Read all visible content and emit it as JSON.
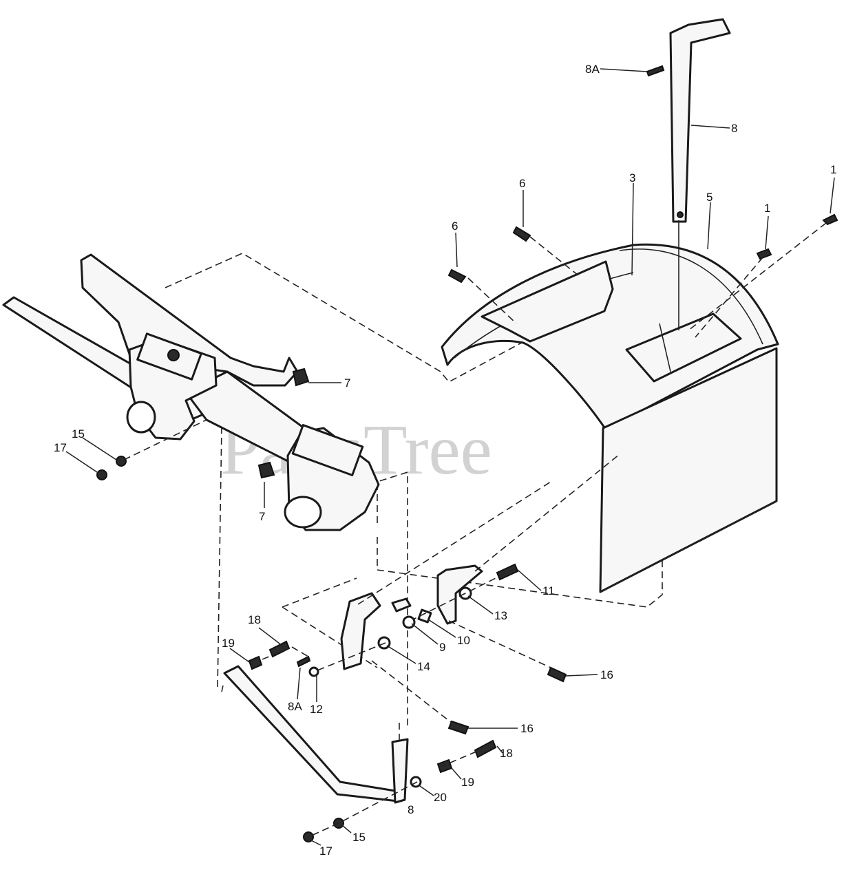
{
  "watermark": "PartsTree",
  "callouts": {
    "c1a": "1",
    "c1b": "1",
    "c3": "3",
    "c5": "5",
    "c6a": "6",
    "c6b": "6",
    "c7a": "7",
    "c7b": "7",
    "c8a": "8",
    "c8b": "8",
    "c8Aa": "8A",
    "c8Ab": "8A",
    "c9": "9",
    "c10": "10",
    "c11": "11",
    "c12": "12",
    "c13": "13",
    "c14": "14",
    "c15a": "15",
    "c15b": "15",
    "c16a": "16",
    "c16b": "16",
    "c17a": "17",
    "c17b": "17",
    "c18a": "18",
    "c18b": "18",
    "c19a": "19",
    "c19b": "19",
    "c20": "20"
  }
}
